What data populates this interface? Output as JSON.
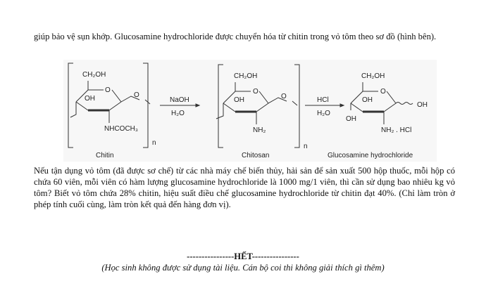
{
  "intro_text": "giúp bảo vệ sụn khớp. Glucosamine hydrochloride được chuyển hóa từ chitin trong vỏ tôm theo sơ đồ (hình bên).",
  "diagram": {
    "chitin": {
      "ch2oh": "CH₂OH",
      "oh": "OH",
      "ring_o": "O",
      "bridge_o": "O",
      "sub": "NHCOCH₃",
      "n": "n",
      "name": "Chitin"
    },
    "step1": {
      "reagent_top": "NaOH",
      "reagent_bottom": "H₂O"
    },
    "chitosan": {
      "ch2oh": "CH₂OH",
      "oh": "OH",
      "ring_o": "O",
      "bridge_o": "O",
      "sub": "NH₂",
      "n": "n",
      "name": "Chitosan"
    },
    "step2": {
      "reagent_top": "HCl",
      "reagent_bottom": "H₂O"
    },
    "glucosamine": {
      "ch2oh": "CH₂OH",
      "oh": "OH",
      "oh2": "OH",
      "oh3": "OH",
      "ring_o": "O",
      "sub": "NH₂ . HCl",
      "name": "Glucosamine hydrochloride"
    }
  },
  "question_text": "Nếu tận dụng vỏ tôm (đã được sơ chế) từ các nhà máy chế biến thủy, hải sản để sản xuất 500 hộp thuốc, mỗi hộp có chứa 60 viên, mỗi viên có hàm lượng glucosamine hydrochloride là 1000 mg/1 viên, thì cần sử dụng bao nhiêu kg vỏ tôm? Biết vỏ tôm chứa 28% chitin, hiệu suất điều chế glucosamine hydrochloride từ chitin đạt 40%. (Chỉ làm tròn ở phép tính cuối cùng, làm tròn kết quả đến hàng đơn vị).",
  "end_mark": "----------------HẾT----------------",
  "footer_note": "(Học sinh không được sử dụng tài liệu. Cán bộ coi thi không giải thích gì thêm)"
}
